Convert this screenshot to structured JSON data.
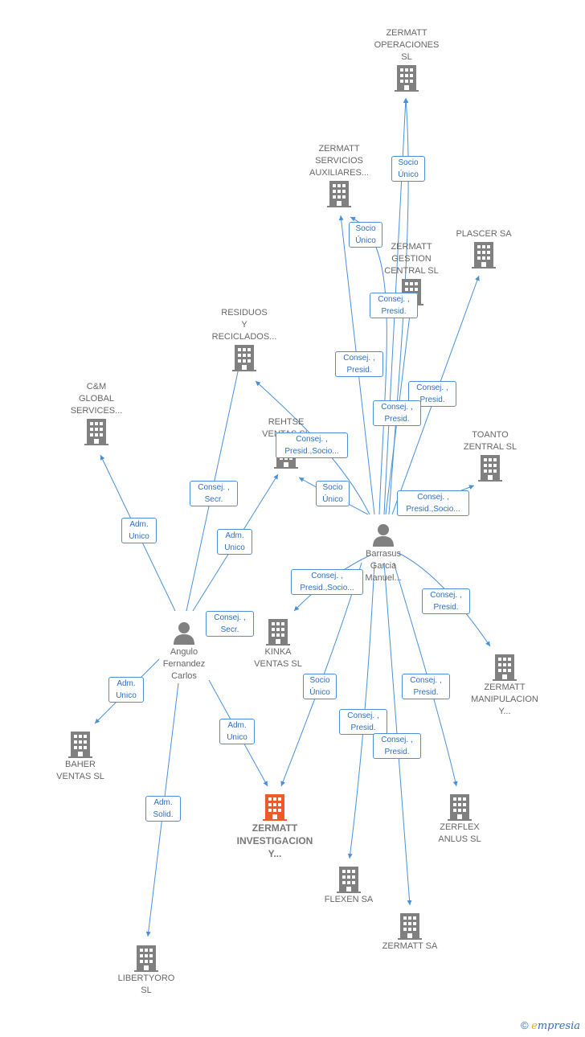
{
  "colors": {
    "edge": "#4a90d9",
    "building": "#808080",
    "main_building": "#f05a28",
    "person": "#808080"
  },
  "nodes": {
    "zermatt_operaciones": {
      "label": "ZERMATT\nOPERACIONES\nSL",
      "icon": "building-icon"
    },
    "zermatt_servicios": {
      "label": "ZERMATT\nSERVICIOS\nAUXILIARES...",
      "icon": "building-icon"
    },
    "zermatt_gestion": {
      "label": "ZERMATT\nGESTION\nCENTRAL  SL",
      "icon": "building-icon"
    },
    "plascer": {
      "label": "PLASCER SA",
      "icon": "building-icon"
    },
    "residuos": {
      "label": "RESIDUOS\nY\nRECICLADOS...",
      "icon": "building-icon"
    },
    "cm_global": {
      "label": "C&M\nGLOBAL\nSERVICES...",
      "icon": "building-icon"
    },
    "rehtse": {
      "label": "REHTSE\nVENTAS  SL",
      "icon": "building-icon"
    },
    "toanto": {
      "label": "TOANTO\nZENTRAL  SL",
      "icon": "building-icon"
    },
    "barrasus": {
      "label": "Barrasus\nGarcia\nManuel...",
      "icon": "person-icon"
    },
    "angulo": {
      "label": "Angulo\nFernandez\nCarlos",
      "icon": "person-icon"
    },
    "kinka": {
      "label": "KINKA\nVENTAS  SL",
      "icon": "building-icon"
    },
    "zermatt_manipulacion": {
      "label": "ZERMATT\nMANIPULACION\nY...",
      "icon": "building-icon"
    },
    "baher": {
      "label": "BAHER\nVENTAS  SL",
      "icon": "building-icon"
    },
    "zermatt_investigacion": {
      "label": "ZERMATT\nINVESTIGACION\nY...",
      "icon": "building-icon"
    },
    "zerflex": {
      "label": "ZERFLEX\nANLUS  SL",
      "icon": "building-icon"
    },
    "flexen": {
      "label": "FLEXEN SA",
      "icon": "building-icon"
    },
    "zermatt_sa": {
      "label": "ZERMATT SA",
      "icon": "building-icon"
    },
    "libertyoro": {
      "label": "LIBERTYORO\nSL",
      "icon": "building-icon"
    }
  },
  "edge_labels": {
    "socio_unico_ops": "Socio\nÚnico",
    "socio_unico_serv": "Socio\nÚnico",
    "consej_presid_gestion": "Consej. ,\nPresid.",
    "consej_presid_serv": "Consej. ,\nPresid.",
    "consej_presid_plascer": "Consej. ,\nPresid.",
    "consej_presid_ops": "Consej. ,\nPresid.",
    "consej_presid_socio_residuos": "Consej. ,\nPresid.,Socio...",
    "socio_unico_rehtse": "Socio\nÚnico",
    "consej_presid_socio_toanto": "Consej. ,\nPresid.,Socio...",
    "consej_secr_residuos": "Consej. ,\nSecr.",
    "adm_unico_cm": "Adm.\nUnico",
    "adm_unico_rehtse": "Adm.\nUnico",
    "consej_presid_socio_kinka": "Consej. ,\nPresid.,Socio...",
    "consej_presid_manip": "Consej. ,\nPresid.",
    "consej_secr_angulo": "Consej. ,\nSecr.",
    "adm_unico_baher": "Adm.\nUnico",
    "socio_unico_invest": "Socio\nÚnico",
    "consej_presid_zerflex": "Consej. ,\nPresid.",
    "adm_unico_invest": "Adm.\nUnico",
    "consej_presid_flexen": "Consej. ,\nPresid.",
    "consej_presid_zermattsa": "Consej. ,\nPresid.",
    "adm_solid_liberty": "Adm.\nSolid."
  },
  "brand": {
    "copyright": "©",
    "e": "e",
    "name": "mpresia"
  }
}
